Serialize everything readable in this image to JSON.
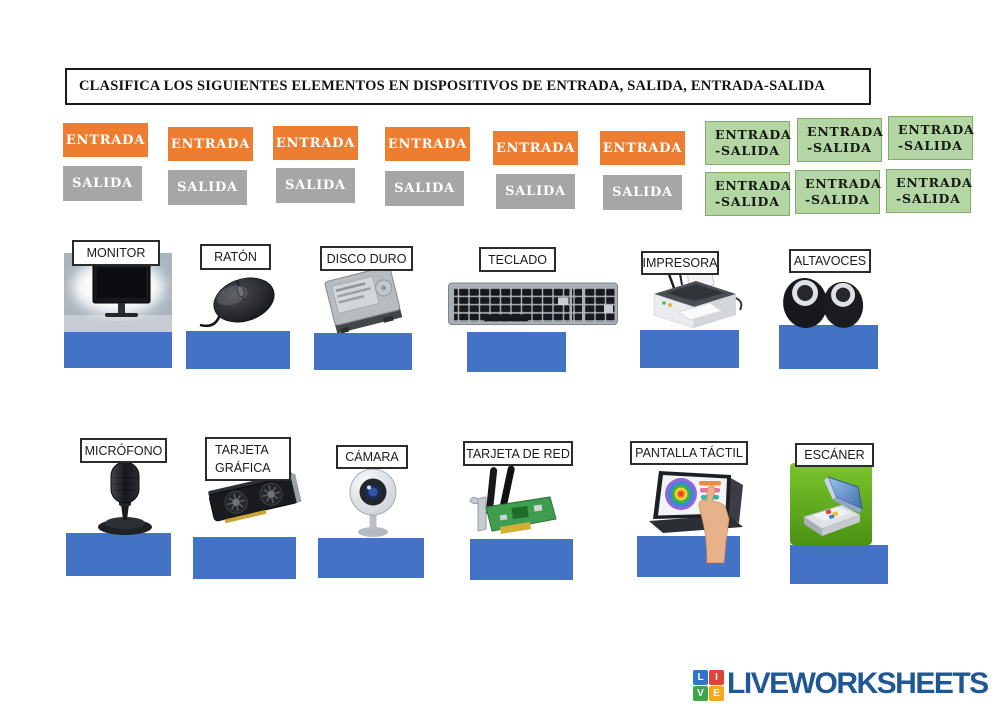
{
  "title": "CLASIFICA LOS SIGUIENTES ELEMENTOS EN DISPOSITIVOS DE ENTRADA, SALIDA, ENTRADA-SALIDA",
  "drag_labels": {
    "entrada": "ENTRADA",
    "salida": "SALIDA",
    "entrada_salida_line1": "ENTRADA",
    "entrada_salida_line2": "-SALIDA",
    "entrada_count": 6,
    "salida_count": 6,
    "entrada_salida_count": 6
  },
  "colors": {
    "entrada_bg": "#ed7d31",
    "salida_bg": "#a6a6a6",
    "entrada_salida_bg": "#b4d6a4",
    "dropzone_bg": "#4472c4",
    "brand_blue": "#1f5795"
  },
  "devices": [
    {
      "label": "MONITOR",
      "icon": "monitor"
    },
    {
      "label": "RATÓN",
      "icon": "mouse"
    },
    {
      "label": "DISCO DURO",
      "icon": "hard-drive"
    },
    {
      "label": "TECLADO",
      "icon": "keyboard"
    },
    {
      "label": "IMPRESORA",
      "icon": "printer"
    },
    {
      "label": "ALTAVOCES",
      "icon": "speakers"
    },
    {
      "label": "MICRÓFONO",
      "icon": "microphone"
    },
    {
      "label_line1": "TARJETA",
      "label_line2": "GRÁFICA",
      "icon": "graphics-card"
    },
    {
      "label": "CÁMARA",
      "icon": "camera"
    },
    {
      "label": "TARJETA DE RED",
      "icon": "network-card"
    },
    {
      "label": "PANTALLA TÁCTIL",
      "icon": "touch-screen"
    },
    {
      "label": "ESCÁNER",
      "icon": "scanner"
    }
  ],
  "footer": {
    "brand": "LIVEWORKSHEETS",
    "logo_letters": [
      "L",
      "I",
      "V",
      "E"
    ]
  }
}
